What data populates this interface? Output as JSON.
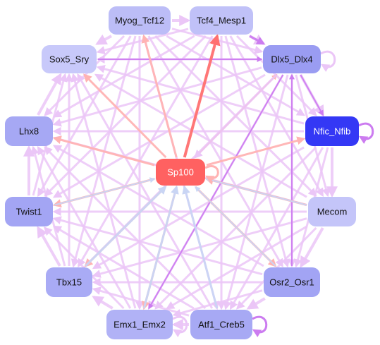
{
  "nodes": [
    {
      "id": "sp100",
      "label": "Sp100",
      "fill": "#ff6161",
      "text": "#ffffff"
    },
    {
      "id": "myog",
      "label": "Myog_Tcf12",
      "fill": "#bcbdf7",
      "text": "#111111"
    },
    {
      "id": "tcf4",
      "label": "Tcf4_Mesp1",
      "fill": "#c0c1f8",
      "text": "#111111"
    },
    {
      "id": "sox5",
      "label": "Sox5_Sry",
      "fill": "#c8c9fa",
      "text": "#111111"
    },
    {
      "id": "dlx5",
      "label": "Dlx5_Dlx4",
      "fill": "#9a9cf2",
      "text": "#111111"
    },
    {
      "id": "lhx8",
      "label": "Lhx8",
      "fill": "#a6a8f4",
      "text": "#111111"
    },
    {
      "id": "nfic",
      "label": "Nfic_Nfib",
      "fill": "#3438f5",
      "text": "#ffffff"
    },
    {
      "id": "twist1",
      "label": "Twist1",
      "fill": "#a3a5f4",
      "text": "#111111"
    },
    {
      "id": "mecom",
      "label": "Mecom",
      "fill": "#c4c5f9",
      "text": "#111111"
    },
    {
      "id": "tbx15",
      "label": "Tbx15",
      "fill": "#a9abf5",
      "text": "#111111"
    },
    {
      "id": "osr2",
      "label": "Osr2_Osr1",
      "fill": "#a2a4f4",
      "text": "#111111"
    },
    {
      "id": "emx1",
      "label": "Emx1_Emx2",
      "fill": "#b1b2f6",
      "text": "#111111"
    },
    {
      "id": "atf1",
      "label": "Atf1_Creb5",
      "fill": "#a7a9f4",
      "text": "#111111"
    }
  ],
  "edge_colors": {
    "light": "#ebc6f7",
    "strong": "#cc7cf0",
    "salmon": "#ffb3b3",
    "red": "#ff7070",
    "blue": "#c9d5f4"
  }
}
